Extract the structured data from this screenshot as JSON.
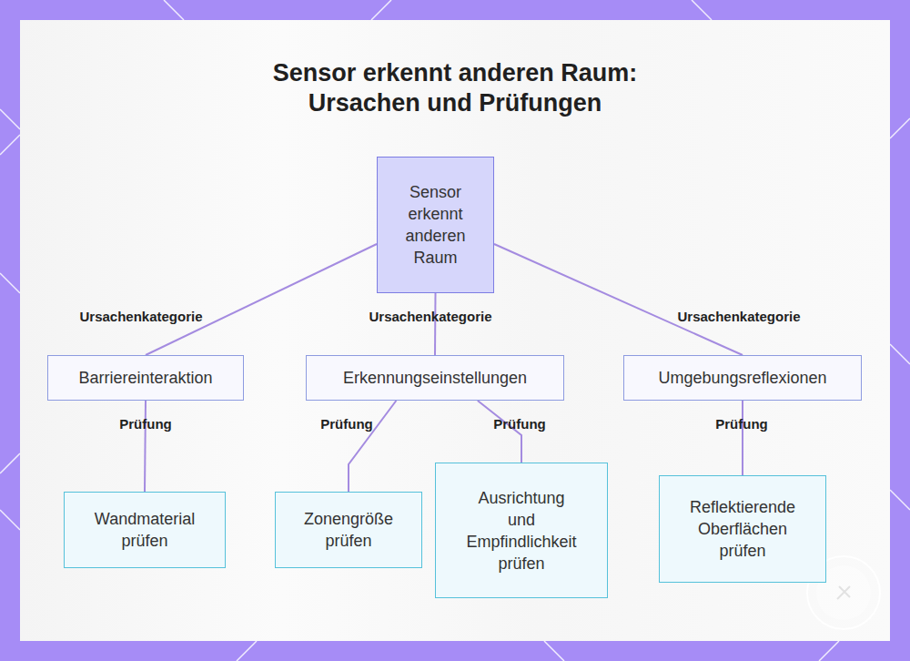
{
  "diagram": {
    "title": "Sensor erkennt anderen Raum: Ursachen und Prüfungen",
    "nodes": [
      {
        "text": [
          "Sensor erkennt anderen Raum"
        ]
      },
      {
        "text": [
          "Barriereinteraktion"
        ]
      },
      {
        "text": [
          "Erkennungseinstellungen"
        ]
      },
      {
        "text": [
          "Umgebungsreflexionen"
        ]
      },
      {
        "text": [
          "Wandmaterial prüfen"
        ]
      },
      {
        "text": [
          "Zonengröße prüfen"
        ]
      },
      {
        "text": [
          "Ausrichtung und Empfindlichkeit prüfen"
        ]
      },
      {
        "text": [
          "Reflektierende Oberflächen prüfen"
        ]
      }
    ],
    "edges": [
      {
        "from": 0,
        "to": 1,
        "label": "Ursachenkategorie",
        "arrow": "none"
      },
      {
        "from": 0,
        "to": 2,
        "label": "Ursachenkategorie",
        "arrow": "none"
      },
      {
        "from": 0,
        "to": 3,
        "label": "Ursachenkategorie",
        "arrow": "none"
      },
      {
        "from": 1,
        "to": 4,
        "label": "Prüfung",
        "arrow": "none"
      },
      {
        "from": 2,
        "to": 5,
        "label": "Prüfung",
        "arrow": "none"
      },
      {
        "from": 2,
        "to": 6,
        "label": "Prüfung",
        "arrow": "none"
      },
      {
        "from": 3,
        "to": 7,
        "label": "Prüfung",
        "arrow": "none"
      }
    ]
  }
}
